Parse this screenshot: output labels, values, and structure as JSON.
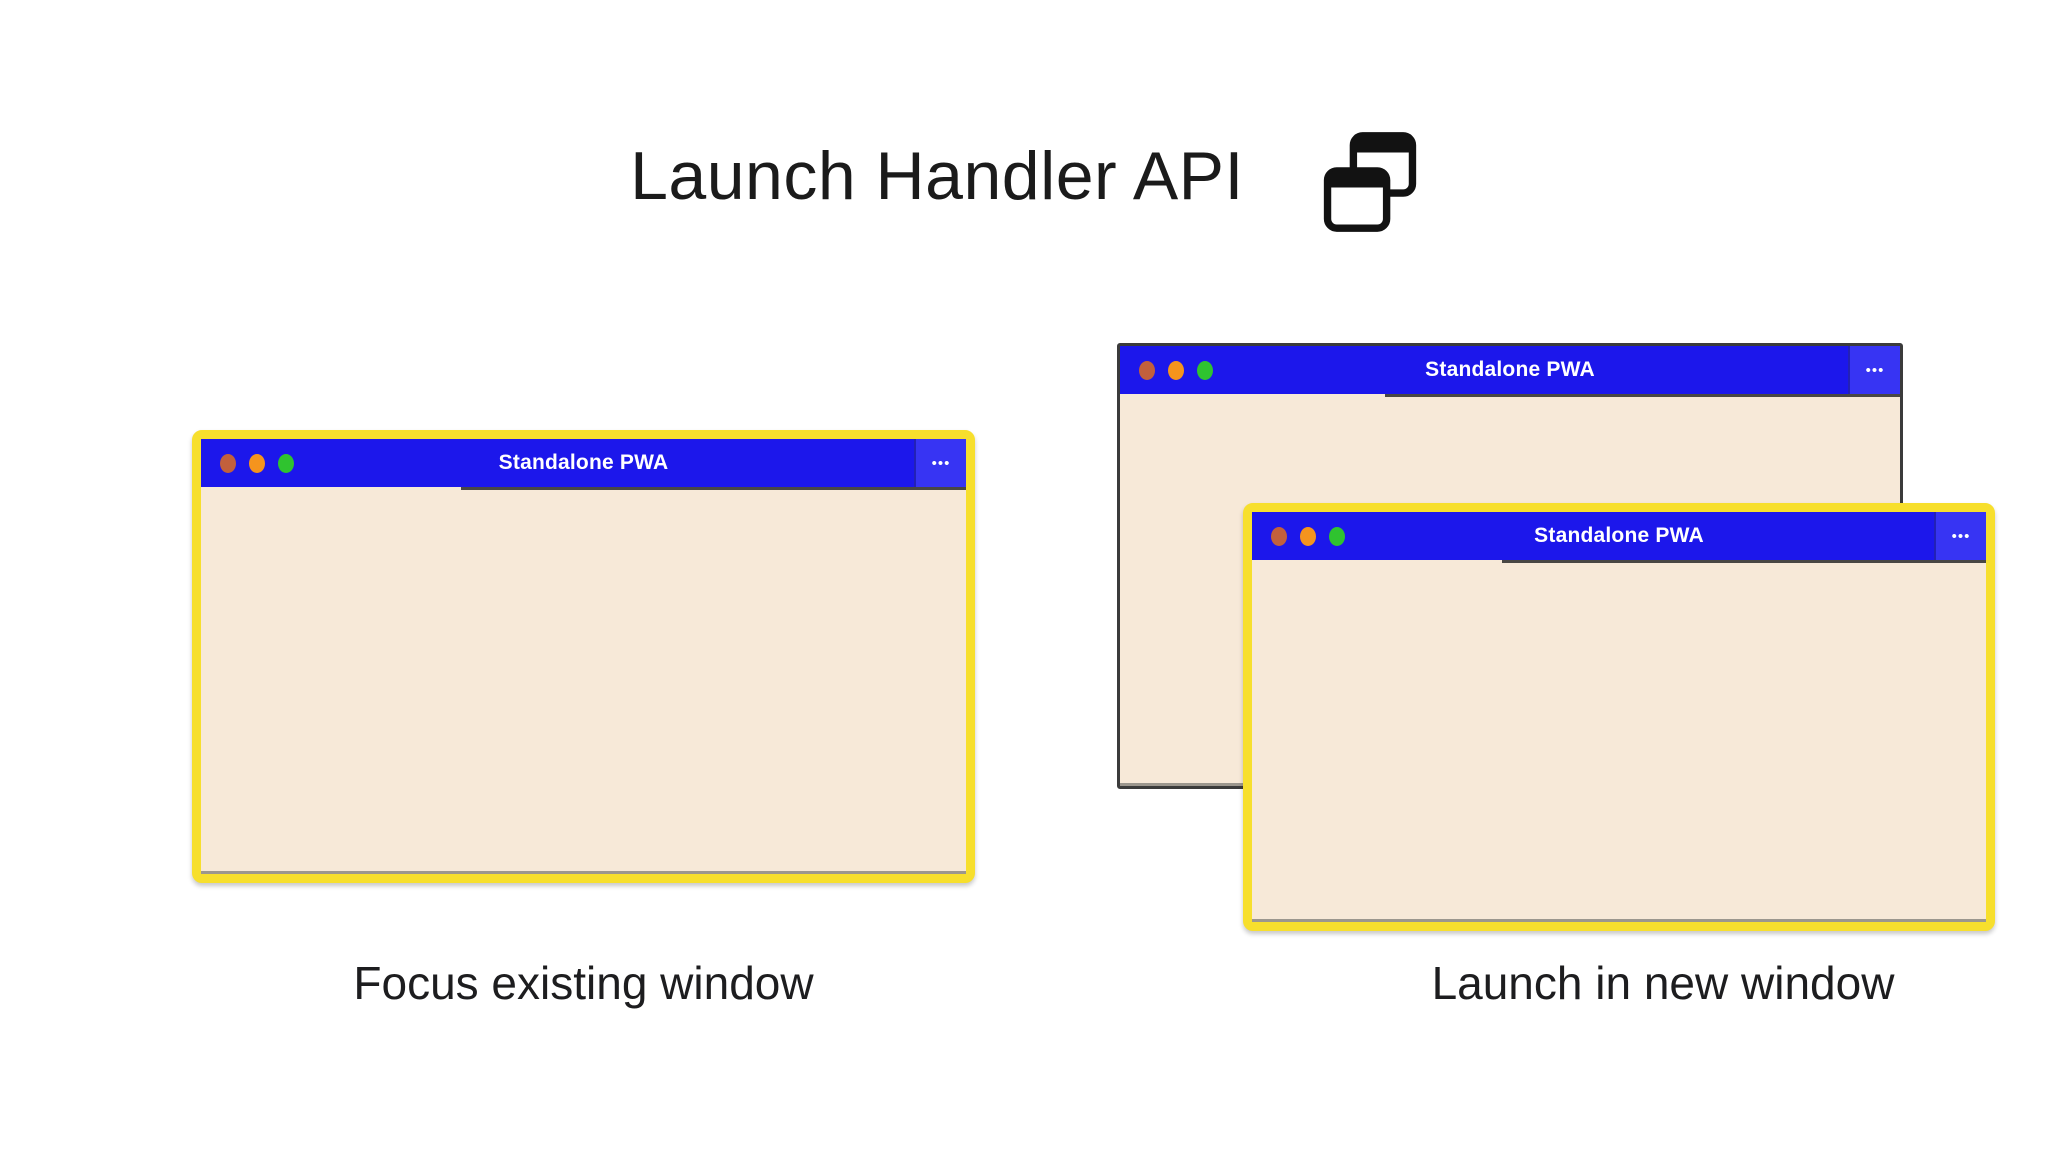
{
  "header": {
    "title": "Launch Handler API",
    "icon": "overlapping-windows-icon"
  },
  "colors": {
    "titlebar_blue": "#1c17eb",
    "menu_blue": "#3734f3",
    "window_body": "#f7e9d8",
    "highlight_yellow": "#f7df2d",
    "back_window_border": "#3b3b3b",
    "traffic_lights": [
      "#c2603c",
      "#f5941d",
      "#2fc32f"
    ]
  },
  "window_chrome": {
    "menu_glyph": "•••",
    "traffic_light_names": [
      "close-light",
      "minimize-light",
      "maximize-light"
    ]
  },
  "left_group": {
    "window_title": "Standalone PWA",
    "caption": "Focus existing window"
  },
  "right_group": {
    "back_window_title": "Standalone PWA",
    "front_window_title": "Standalone PWA",
    "caption": "Launch in new window"
  }
}
